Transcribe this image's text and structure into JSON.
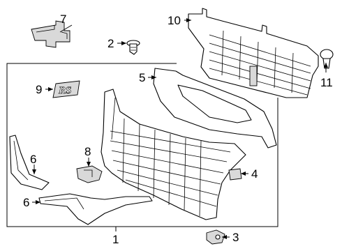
{
  "callouts": {
    "c1": "1",
    "c2": "2",
    "c3": "3",
    "c4": "4",
    "c5": "5",
    "c6a": "6",
    "c6b": "6",
    "c7": "7",
    "c8": "8",
    "c9": "9",
    "c10": "10",
    "c11": "11"
  },
  "badge_text": "RS",
  "colors": {
    "line": "#000000",
    "background": "#ffffff",
    "part_shade": "#d9d9d9"
  }
}
